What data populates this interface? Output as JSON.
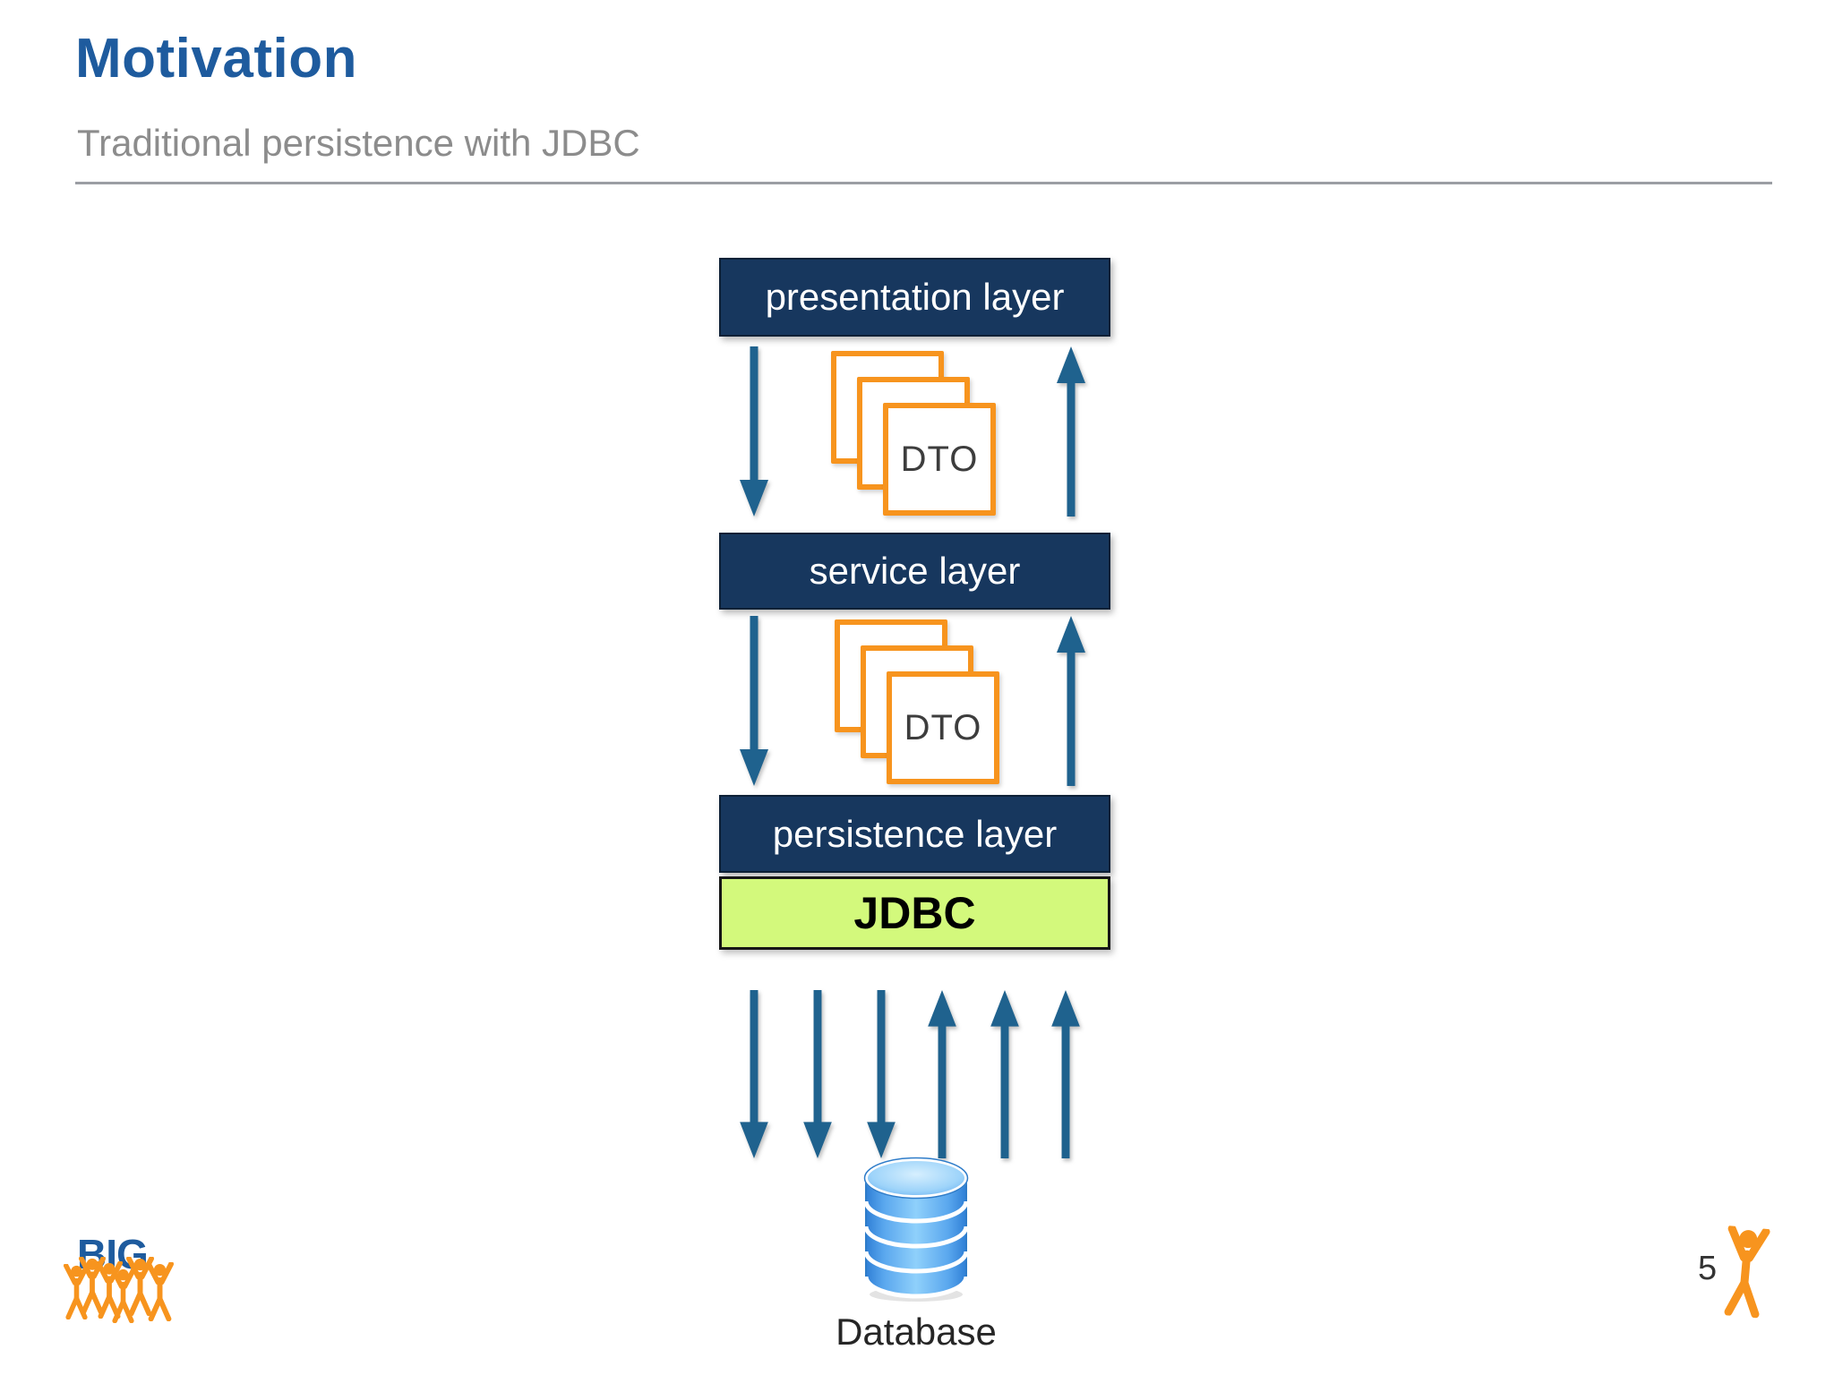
{
  "header": {
    "title": "Motivation",
    "subtitle": "Traditional persistence with JDBC"
  },
  "diagram": {
    "layers": [
      {
        "label": "presentation layer"
      },
      {
        "label": "service layer"
      },
      {
        "label": "persistence layer"
      }
    ],
    "dto_label": "DTO",
    "jdbc_label": "JDBC",
    "database_label": "Database"
  },
  "footer": {
    "logo_text": "BIG",
    "page_number": "5"
  },
  "colors": {
    "title_blue": "#1E5B9E",
    "layer_navy": "#17375E",
    "arrow_blue": "#1F628E",
    "dto_orange": "#F7941E",
    "jdbc_green": "#D3F97C",
    "database_blue": "#4A99E8",
    "logo_orange": "#F7941E"
  }
}
